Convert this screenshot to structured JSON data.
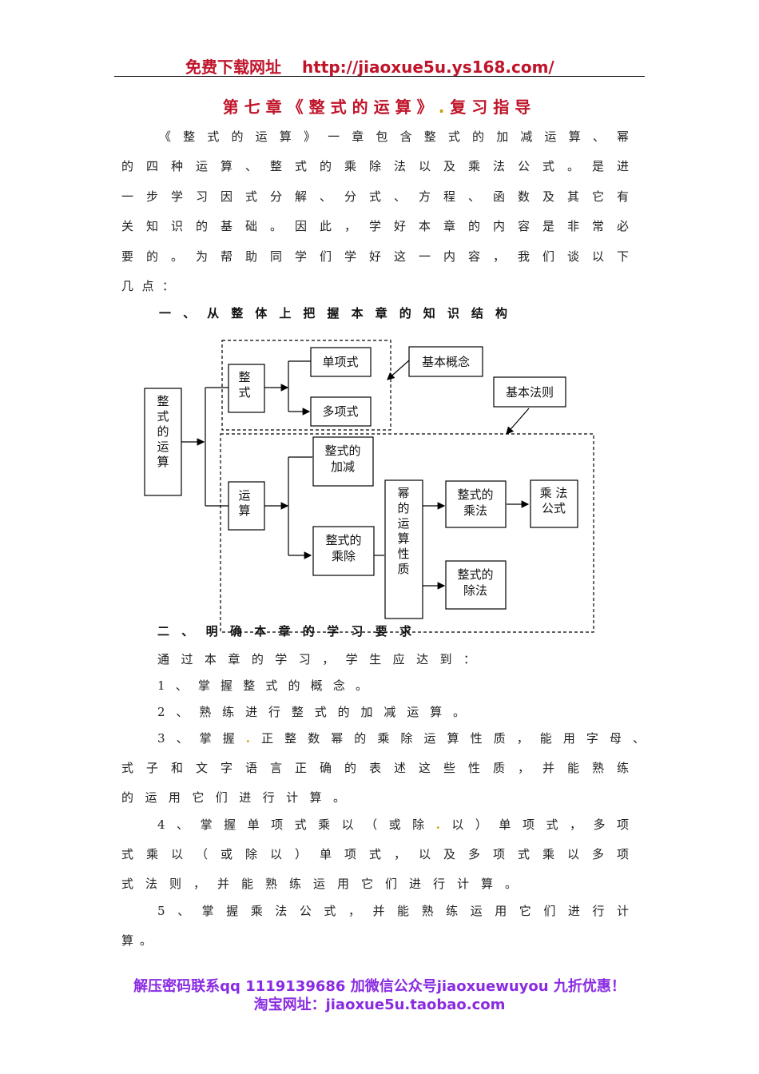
{
  "header": {
    "site_label": "免费下载网址",
    "url": "http://jiaoxue5u.ys168.com/"
  },
  "title": {
    "main": "第七章《整式的运算》",
    "dot": ".",
    "suffix": "复习指导"
  },
  "intro": [
    "《整式的运算》一章包含整式的加减运算、幂",
    "的四种运算、整式的乘除法以及乘法公式。是进",
    "一步学习因式分解、分式、方程、函数及其它有",
    "关知识的基础。因此，学好本章的内容是非常必",
    "要的。为帮助同学们学好这一内容，我们谈以下",
    "几点："
  ],
  "section1": "一、从整体上把握本章的知识结构",
  "diagram": {
    "root": [
      "整",
      "式",
      "的",
      "运",
      "算"
    ],
    "zhengshi": [
      "整",
      "式"
    ],
    "dan": "单项式",
    "duo": "多项式",
    "jiben_gainian": "基本概念",
    "jiben_faze": "基本法则",
    "yunsuan": [
      "运",
      "算"
    ],
    "jiajian": [
      "整式的",
      "加减"
    ],
    "chengchu": [
      "整式的",
      "乘除"
    ],
    "mi": [
      "幂",
      "的",
      "运",
      "算",
      "性",
      "质"
    ],
    "chengfa": [
      "整式的",
      "乘法"
    ],
    "chufa": [
      "整式的",
      "除法"
    ],
    "gongshi": [
      "乘 法",
      "公式"
    ]
  },
  "section2": "二、明确本章的学习要求",
  "req_intro": "通过本章的学习，学生应达到：",
  "req1": "1、掌握整式的概念。",
  "req2": "2、熟练进行整式的加减运算。",
  "req3": {
    "a": "3、掌握",
    "dot": ".",
    "b": "正整数幂的乘除运算性质，能用字母、",
    "l2": "式子和文字语言正确的表述这些性质，并能熟练",
    "l3": "的运用它们进行计算。"
  },
  "req4": {
    "a": "4、掌握单项式乘以（或除",
    "dot": ".",
    "b": "以）单项式，多项",
    "l2": "式乘以（或除以）单项式，以及多项式乘以多项",
    "l3": "式法则，并能熟练运用它们进行计算。"
  },
  "req5": {
    "l1": "5、掌握乘法公式，并能熟练运用它们进行计",
    "l2": "算。"
  },
  "footer": {
    "line1": "解压密码联系qq 1119139686  加微信公众号jiaoxuewuyou  九折优惠！",
    "line2": "淘宝网址：jiaoxue5u.taobao.com"
  }
}
